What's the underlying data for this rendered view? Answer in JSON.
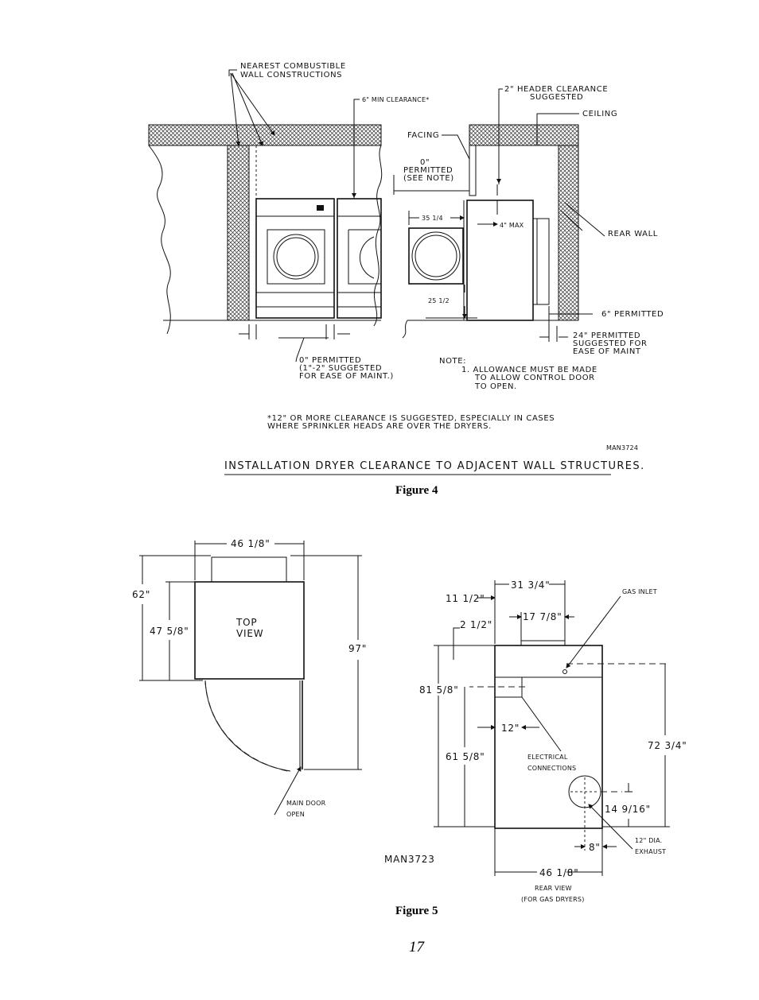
{
  "figure4": {
    "nearest_combustible_1": "NEAREST COMBUSTIBLE",
    "nearest_combustible_2": "WALL CONSTRUCTIONS",
    "min_clearance": "6\" MIN CLEARANCE*",
    "header_clearance_1": "2\" HEADER CLEARANCE",
    "header_clearance_2": "SUGGESTED",
    "ceiling": "CEILING",
    "facing": "FACING",
    "zero_1": "0\"",
    "zero_2": "PERMITTED",
    "zero_3": "(SEE NOTE)",
    "dim_35": "35 1/4",
    "max_4": "4\" MAX",
    "rear_wall": "REAR WALL",
    "dim_25": "25 1/2",
    "six_permitted": "6\" PERMITTED",
    "suggested_24_1": "24\" PERMITTED",
    "suggested_24_2": "SUGGESTED FOR",
    "suggested_24_3": "EASE OF MAINT",
    "zero_perm_1": "0\" PERMITTED",
    "zero_perm_2": "(1\"-2\" SUGGESTED",
    "zero_perm_3": "FOR EASE OF MAINT.)",
    "note_1": "NOTE:",
    "note_2": "1. ALLOWANCE MUST BE MADE",
    "note_3": "TO ALLOW CONTROL DOOR",
    "note_4": "TO OPEN.",
    "footnote_1": "*12\" OR MORE CLEARANCE IS SUGGESTED, ESPECIALLY IN CASES",
    "footnote_2": "WHERE SPRINKLER HEADS ARE OVER THE DRYERS.",
    "drawing_id": "MAN3724",
    "title": "INSTALLATION DRYER CLEARANCE TO ADJACENT WALL STRUCTURES.",
    "caption": "Figure 4"
  },
  "figure5": {
    "dim_46_top": "46 1/8\"",
    "dim_62": "62\"",
    "dim_47": "47 5/8\"",
    "top_view_1": "TOP",
    "top_view_2": "VIEW",
    "dim_97": "97\"",
    "main_door_1": "MAIN DOOR",
    "main_door_2": "OPEN",
    "drawing_id": "MAN3723",
    "dim_31": "31 3/4\"",
    "dim_11": "11 1/2\"",
    "dim_17": "17 7/8\"",
    "dim_2": "2 1/2\"",
    "gas_inlet": "GAS INLET",
    "dim_81": "81 5/8\"",
    "dim_12": "12\"",
    "dim_61": "61 5/8\"",
    "electrical_1": "ELECTRICAL",
    "electrical_2": "CONNECTIONS",
    "dim_72": "72 3/4\"",
    "dim_14": "14 9/16\"",
    "dim_8": "8\"",
    "exhaust_1": "12\" DIA.",
    "exhaust_2": "EXHAUST",
    "dim_46_bottom": "46 1/8\"",
    "rear_view_1": "REAR VIEW",
    "rear_view_2": "(FOR GAS DRYERS)",
    "caption": "Figure 5"
  },
  "page_number": "17"
}
